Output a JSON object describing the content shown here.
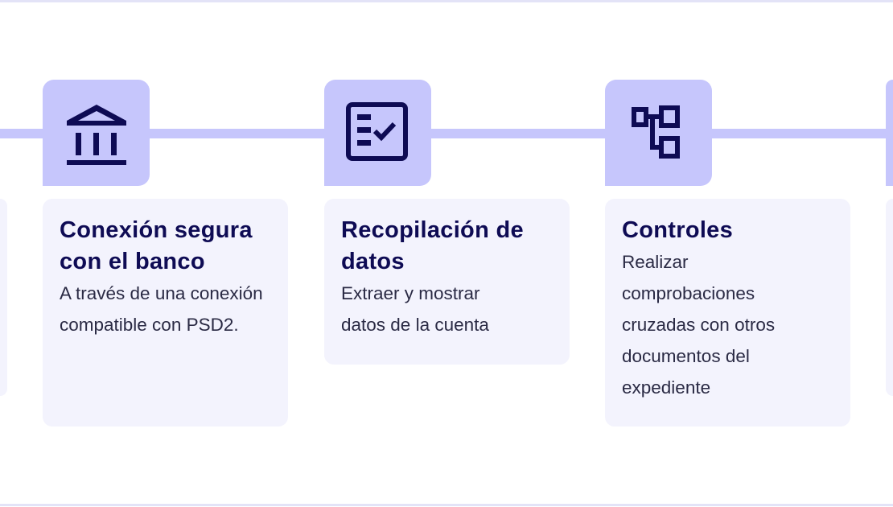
{
  "colors": {
    "accent": "#c6c6fc",
    "card": "#f3f3fd",
    "text": "#0e0b54"
  },
  "steps": [
    {
      "icon": "bank-icon",
      "title": "Conexión segura con el banco",
      "description": "A través de una conexión compatible con PSD2."
    },
    {
      "icon": "checklist-icon",
      "title": "Recopilación de datos",
      "description": "Extraer y mostrar datos de la cuenta"
    },
    {
      "icon": "hierarchy-icon",
      "title": "Controles",
      "description": "Realizar comprobaciones cruzadas con otros documentos del expediente"
    }
  ]
}
